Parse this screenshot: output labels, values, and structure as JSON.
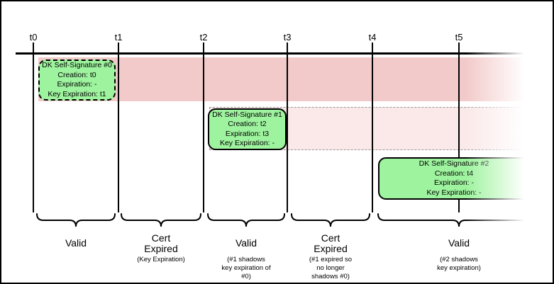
{
  "colors": {
    "sig-green": "#9ef39e",
    "expired-strong": "#f3caca",
    "expired-faint": "#fbe9e9",
    "line": "#000000",
    "dash": "#999999"
  },
  "timeline": {
    "ticks": [
      "t0",
      "t1",
      "t2",
      "t3",
      "t4",
      "t5"
    ]
  },
  "signatures": [
    {
      "title": "DK Self-Signature #0",
      "details": "Creation: t0\nExpiration: -\nKey Expiration: t1"
    },
    {
      "title": "DK Self-Signature #1",
      "details": "Creation: t2\nExpiration: t3\nKey Expiration: -"
    },
    {
      "title": "DK Self-Signature #2",
      "details": "Creation: t4\nExpiration: -\nKey Expiration: -"
    }
  ],
  "periods": [
    {
      "label": "Valid",
      "sublabel": ""
    },
    {
      "label": "Cert\nExpired",
      "sublabel": "(Key Expiration)"
    },
    {
      "label": "Valid",
      "sublabel": "(#1 shadows\nkey expiration of\n#0)"
    },
    {
      "label": "Cert\nExpired",
      "sublabel": "(#1 expired so\nno longer\nshadows #0)"
    },
    {
      "label": "Valid",
      "sublabel": "(#2 shadows\nkey expiration)"
    }
  ]
}
